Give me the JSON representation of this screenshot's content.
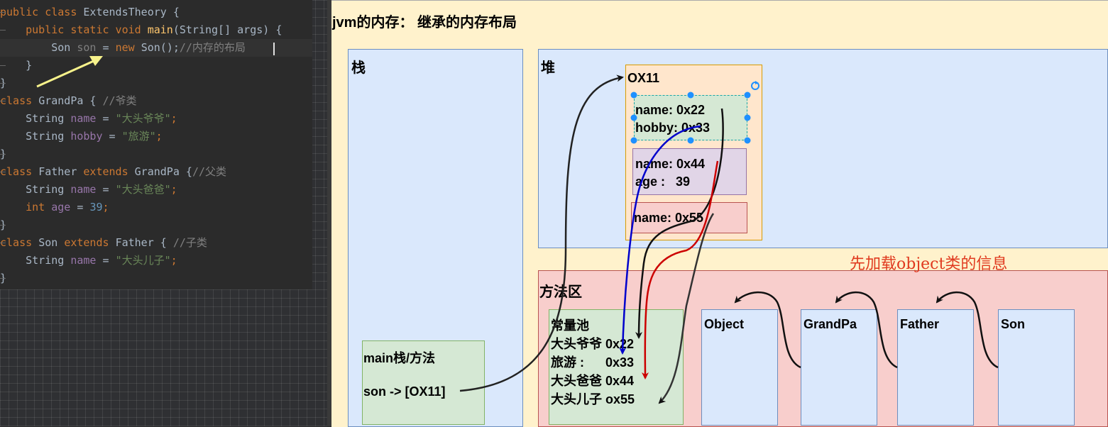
{
  "code": {
    "lines": [
      [
        [
          "kw",
          "public class "
        ],
        [
          "id",
          "ExtendsTheory {"
        ]
      ],
      [
        [
          "id",
          "    "
        ],
        [
          "kw",
          "public static void "
        ],
        [
          "fn",
          "main"
        ],
        [
          "id",
          "(String[] args) {"
        ]
      ],
      [
        [
          "id",
          "        Son "
        ],
        [
          "dim",
          "son"
        ],
        [
          "id",
          " = "
        ],
        [
          "kw",
          "new "
        ],
        [
          "id",
          "Son();"
        ],
        [
          "cm",
          "//内存的布局"
        ]
      ],
      [
        [
          "id",
          "    }"
        ]
      ],
      [
        [
          "id",
          "}"
        ]
      ],
      [
        [
          "kw",
          "class "
        ],
        [
          "id",
          "GrandPa { "
        ],
        [
          "cm",
          "//爷类"
        ]
      ],
      [
        [
          "id",
          "    String "
        ],
        [
          "var",
          "name"
        ],
        [
          "id",
          " = "
        ],
        [
          "str",
          "\"大头爷爷\""
        ],
        [
          "kw",
          ";"
        ]
      ],
      [
        [
          "id",
          "    String "
        ],
        [
          "var",
          "hobby"
        ],
        [
          "id",
          " = "
        ],
        [
          "str",
          "\"旅游\""
        ],
        [
          "kw",
          ";"
        ]
      ],
      [
        [
          "id",
          "}"
        ]
      ],
      [
        [
          "kw",
          "class "
        ],
        [
          "id",
          "Father "
        ],
        [
          "kw",
          "extends "
        ],
        [
          "id",
          "GrandPa {"
        ],
        [
          "cm",
          "//父类"
        ]
      ],
      [
        [
          "id",
          "    String "
        ],
        [
          "var",
          "name"
        ],
        [
          "id",
          " = "
        ],
        [
          "str",
          "\"大头爸爸\""
        ],
        [
          "kw",
          ";"
        ]
      ],
      [
        [
          "id",
          "    "
        ],
        [
          "kw",
          "int "
        ],
        [
          "var",
          "age"
        ],
        [
          "id",
          " = "
        ],
        [
          "num",
          "39"
        ],
        [
          "kw",
          ";"
        ]
      ],
      [
        [
          "id",
          "}"
        ]
      ],
      [
        [
          "kw",
          "class "
        ],
        [
          "id",
          "Son "
        ],
        [
          "kw",
          "extends "
        ],
        [
          "id",
          "Father { "
        ],
        [
          "cm",
          "//子类"
        ]
      ],
      [
        [
          "id",
          "    String "
        ],
        [
          "var",
          "name"
        ],
        [
          "id",
          " = "
        ],
        [
          "str",
          "\"大头儿子\""
        ],
        [
          "kw",
          ";"
        ]
      ],
      [
        [
          "id",
          "}"
        ]
      ]
    ]
  },
  "diagram": {
    "title": "jvm的内存： 继承的内存布局",
    "stack": {
      "label": "栈",
      "frame": {
        "title": "main栈/方法",
        "ref": "son -> [OX11]"
      }
    },
    "heap": {
      "label": "堆",
      "object": {
        "address": "OX11",
        "grandpa_fields": [
          "name: 0x22",
          "hobby: 0x33"
        ],
        "father_fields": [
          "name: 0x44",
          "age :   39"
        ],
        "son_fields": [
          "name: 0x55"
        ]
      }
    },
    "method_area": {
      "label": "方法区",
      "note": "先加载object类的信息",
      "constant_pool": {
        "title": "常量池",
        "entries": [
          "大头爷爷 0x22",
          "旅游 :      0x33",
          "大头爸爸 0x44",
          "大头儿子 ox55"
        ]
      },
      "classes": [
        "Object",
        "GrandPa",
        "Father",
        "Son"
      ]
    }
  },
  "colors": {
    "outer": "#fff2cc",
    "blue_region": "#dae8fc",
    "red_region": "#f8cecc",
    "green_region": "#d5e8d4",
    "orange_region": "#ffe6cc",
    "purple_region": "#e1d5e7",
    "note_text": "#e03a1f",
    "arrow_blue": "#0000cc",
    "arrow_red": "#cc0000"
  }
}
